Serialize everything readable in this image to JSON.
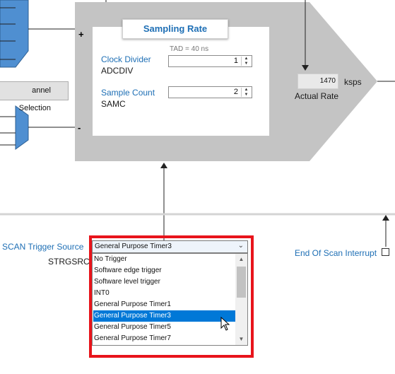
{
  "sampling": {
    "title": "Sampling Rate",
    "tad_label": "TAD = 40 ns",
    "clock_divider": {
      "label": "Clock Divider",
      "register": "ADCDIV",
      "value": "1"
    },
    "sample_count": {
      "label": "Sample Count",
      "register": "SAMC",
      "value": "2"
    }
  },
  "inputs": {
    "plus": "+",
    "minus": "-"
  },
  "channel_selection": {
    "label": "annel Selection"
  },
  "actual_rate": {
    "value": "1470",
    "unit": "ksps",
    "label": "Actual Rate"
  },
  "scan_trigger": {
    "label": "SCAN Trigger Source",
    "register": "STRGSRC",
    "selected": "General Purpose Timer3",
    "options": [
      "No Trigger",
      "Software edge trigger",
      "Software level trigger",
      "INT0",
      "General Purpose Timer1",
      "General Purpose Timer3",
      "General Purpose Timer5",
      "General Purpose Timer7"
    ],
    "highlighted_index": 5
  },
  "end_of_scan": {
    "label": "End Of Scan Interrupt",
    "checked": false
  },
  "colors": {
    "accent": "#1e6fb5",
    "panel": "#c4c4c4",
    "highlight": "#0078d7",
    "frame": "#e8141b"
  }
}
